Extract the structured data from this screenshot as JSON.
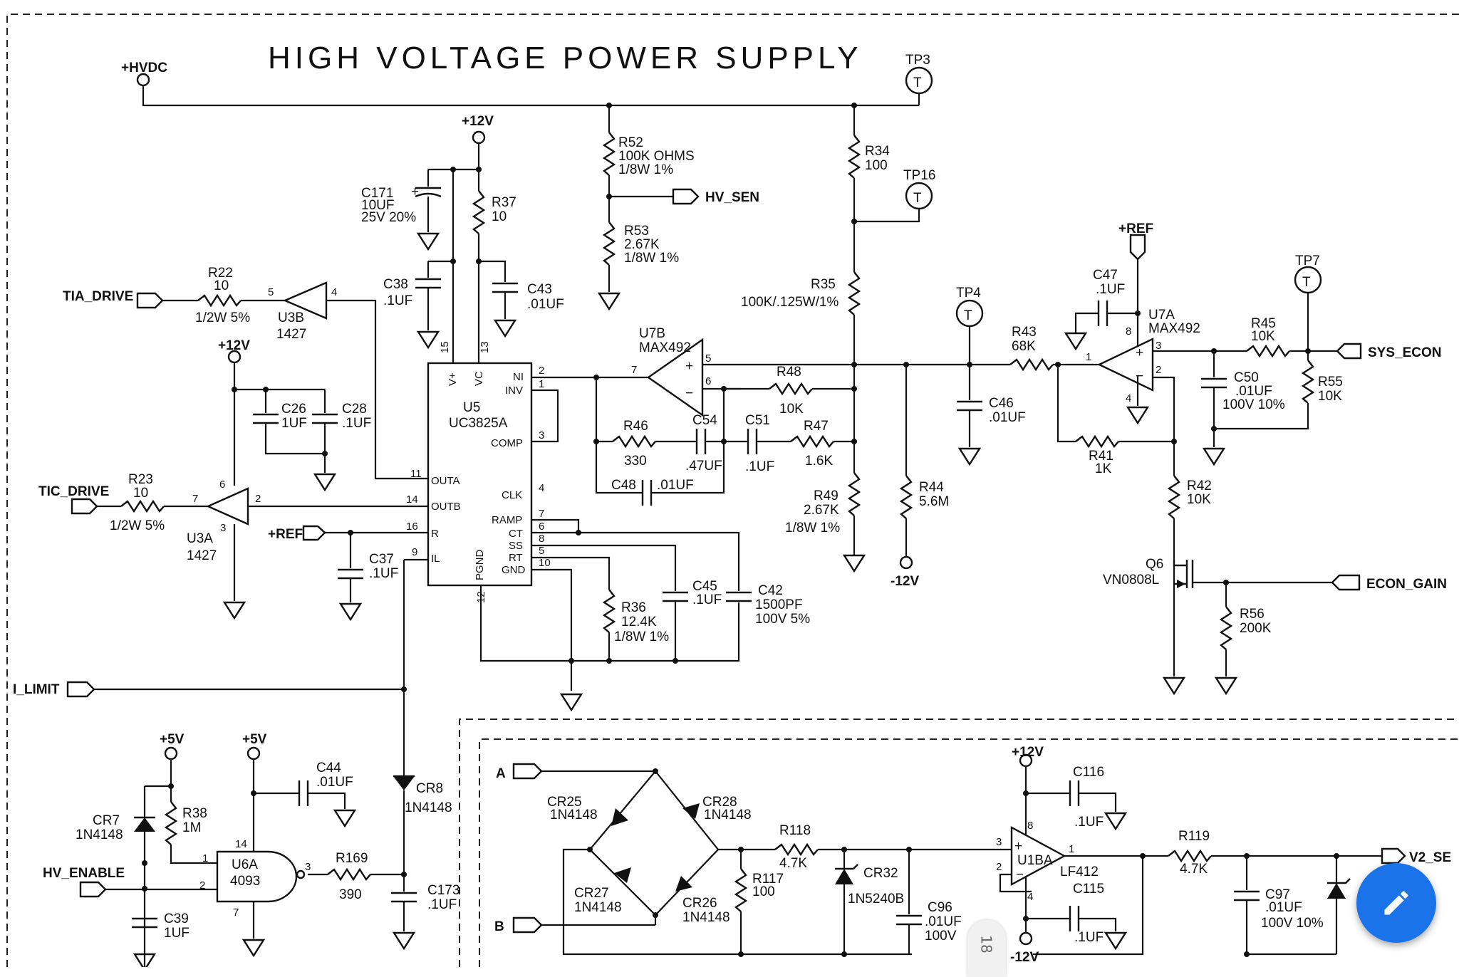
{
  "title": "HIGH VOLTAGE POWER SUPPLY",
  "nets": {
    "hvdc": "+HVDC",
    "p12": "+12V",
    "p12b": "+12V",
    "p12c": "+12V",
    "p5a": "+5V",
    "p5b": "+5V",
    "m12": "-12V",
    "m12b": "-12V",
    "ref": "+REF",
    "ref2": "+REF",
    "hv_sen": "HV_SEN",
    "tia_drive": "TIA_DRIVE",
    "tic_drive": "TIC_DRIVE",
    "sys_econ": "SYS_ECON",
    "econ_gain": "ECON_GAIN",
    "i_limit": "I_LIMIT",
    "hv_enable": "HV_ENABLE",
    "a": "A",
    "b": "B",
    "v2": "V2_SE"
  },
  "testpoints": {
    "tp3": "TP3",
    "tp16": "TP16",
    "tp4": "TP4",
    "tp7": "TP7"
  },
  "parts": {
    "r52": [
      "R52",
      "100K OHMS",
      "1/8W 1%"
    ],
    "r53": [
      "R53",
      "2.67K",
      "1/8W 1%"
    ],
    "r34": [
      "R34",
      "100"
    ],
    "r35": [
      "R35",
      "100K/.125W/1%"
    ],
    "r37": [
      "R37",
      "10"
    ],
    "c171": [
      "C171",
      "10UF",
      "25V 20%"
    ],
    "c38": [
      "C38",
      ".1UF"
    ],
    "c43": [
      "C43",
      ".01UF"
    ],
    "r22": [
      "R22",
      "10",
      "1/2W 5%"
    ],
    "u3b": [
      "U3B",
      "1427"
    ],
    "u3a": [
      "U3A",
      "1427"
    ],
    "c26": [
      "C26",
      "1UF"
    ],
    "c28": [
      "C28",
      ".1UF"
    ],
    "r23": [
      "R23",
      "10",
      "1/2W 5%"
    ],
    "c37": [
      "C37",
      ".1UF"
    ],
    "u5": [
      "U5",
      "UC3825A"
    ],
    "u7b": [
      "U7B",
      "MAX492"
    ],
    "r48": [
      "R48",
      "10K"
    ],
    "r46": [
      "R46",
      "330"
    ],
    "c54": [
      "C54",
      ".47UF"
    ],
    "c51": [
      "C51",
      ".1UF"
    ],
    "r47": [
      "R47",
      "1.6K"
    ],
    "c48": [
      "C48",
      ".01UF"
    ],
    "r49": [
      "R49",
      "2.67K",
      "1/8W 1%"
    ],
    "r44": [
      "R44",
      "5.6M"
    ],
    "r36": [
      "R36",
      "12.4K",
      "1/8W 1%"
    ],
    "c45": [
      "C45",
      ".1UF"
    ],
    "c42": [
      "C42",
      "1500PF",
      "100V 5%"
    ],
    "r43": [
      "R43",
      "68K"
    ],
    "c46": [
      "C46",
      ".01UF"
    ],
    "c47": [
      "C47",
      ".1UF"
    ],
    "u7a": [
      "U7A",
      "MAX492"
    ],
    "r41": [
      "R41",
      "1K"
    ],
    "r45": [
      "R45",
      "10K"
    ],
    "c50": [
      "C50",
      ".01UF",
      "100V 10%"
    ],
    "r55": [
      "R55",
      "10K"
    ],
    "r42": [
      "R42",
      "10K"
    ],
    "q6": [
      "Q6",
      "VN0808L"
    ],
    "r56": [
      "R56",
      "200K"
    ],
    "cr8": [
      "CR8",
      "1N4148"
    ],
    "c44": [
      "C44",
      ".01UF"
    ],
    "cr7": [
      "CR7",
      "1N4148"
    ],
    "r38": [
      "R38",
      "1M"
    ],
    "u6a": [
      "U6A",
      "4093"
    ],
    "r169": [
      "R169",
      "390"
    ],
    "c173": [
      "C173",
      ".1UF"
    ],
    "c39": [
      "C39",
      "1UF"
    ],
    "cr25": [
      "CR25",
      "1N4148"
    ],
    "cr28": [
      "CR28",
      "1N4148"
    ],
    "cr27": [
      "CR27",
      "1N4148"
    ],
    "cr26": [
      "CR26",
      "1N4148"
    ],
    "r118": [
      "R118",
      "4.7K"
    ],
    "r117": [
      "R117",
      "100"
    ],
    "cr32": [
      "CR32",
      "1N5240B"
    ],
    "c96": [
      "C96",
      ".01UF",
      "100V"
    ],
    "c116": [
      "C116",
      ".1UF"
    ],
    "u1ba": [
      "U1BA",
      "LF412"
    ],
    "c115": [
      "C115",
      ".1UF"
    ],
    "r119": [
      "R119",
      "4.7K"
    ],
    "c97": [
      "C97",
      ".01UF",
      "100V 10%"
    ]
  },
  "u5_pins": {
    "vplus": "V+",
    "vc": "VC",
    "ni": "NI",
    "inv": "INV",
    "comp": "COMP",
    "clk": "CLK",
    "ramp": "RAMP",
    "ct": "CT",
    "ss": "SS",
    "rt": "RT",
    "gnd": "GND",
    "pgnd": "PGND",
    "outa": "OUTA",
    "outb": "OUTB",
    "r": "R",
    "il": "IL"
  },
  "pin_numbers": {
    "u5_15": "15",
    "u5_13": "13",
    "u5_2": "2",
    "u5_1": "1",
    "u5_3": "3",
    "u5_4": "4",
    "u5_7": "7",
    "u5_6": "6",
    "u5_8": "8",
    "u5_5": "5",
    "u5_10": "10",
    "u5_12": "12",
    "u5_11": "11",
    "u5_14": "14",
    "u5_16": "16",
    "u5_9": "9",
    "u3b_5": "5",
    "u3b_4": "4",
    "u3a_7": "7",
    "u3a_6": "6",
    "u3a_2": "2",
    "u3a_3": "3",
    "u7b_7": "7",
    "u7b_5": "5",
    "u7b_6": "6",
    "u7a_1": "1",
    "u7a_8": "8",
    "u7a_3": "3",
    "u7a_2": "2",
    "u7a_4": "4",
    "u6a_1": "1",
    "u6a_2": "2",
    "u6a_14": "14",
    "u6a_7": "7",
    "u6a_3": "3",
    "u1_8": "8",
    "u1_3": "3",
    "u1_2": "2",
    "u1_1": "1",
    "u1_4": "4"
  },
  "page_tab": "18",
  "fab_icon": "pencil-edit-icon",
  "colors": {
    "ink": "#111111",
    "fab": "#1a73e8"
  }
}
